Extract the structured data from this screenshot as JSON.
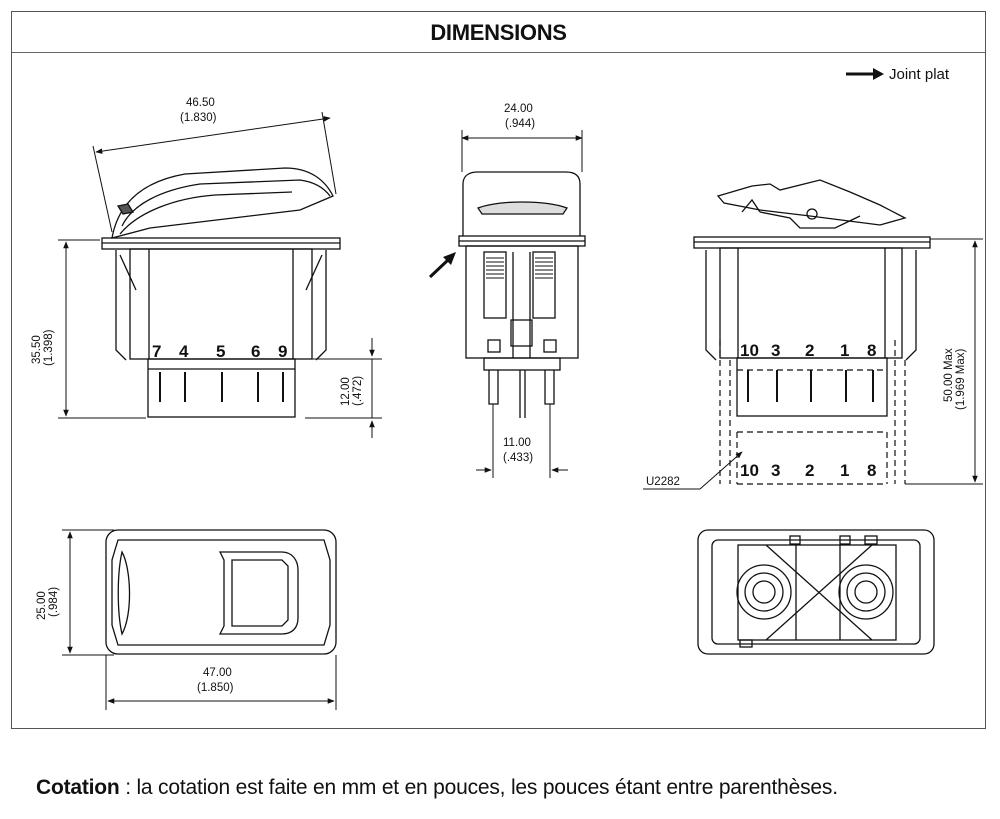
{
  "title": "DIMENSIONS",
  "legend": {
    "label": "Joint plat"
  },
  "side_view_left": {
    "width_mm": "46.50",
    "width_in": "(1.830)",
    "height_mm": "35.50",
    "height_in": "(1.398)",
    "pin_height_mm": "12.00",
    "pin_height_in": "(.472)",
    "pins": [
      "7",
      "4",
      "5",
      "6",
      "9"
    ]
  },
  "front_view": {
    "width_mm": "24.00",
    "width_in": "(.944)",
    "pin_spacing_mm": "11.00",
    "pin_spacing_in": "(.433)"
  },
  "side_view_right": {
    "height": "50.00 Max",
    "height_in": "(1.969 Max)",
    "pins_top": [
      "10",
      "3",
      "2",
      "1",
      "8"
    ],
    "pins_bottom": [
      "10",
      "3",
      "2",
      "1",
      "8"
    ],
    "ref": "U2282"
  },
  "top_view": {
    "width_mm": "47.00",
    "width_in": "(1.850)",
    "height_mm": "25.00",
    "height_in": "(.984)"
  },
  "caption": {
    "label": "Cotation",
    "text": " : la cotation est faite en mm et en pouces, les pouces étant entre parenthèses."
  }
}
